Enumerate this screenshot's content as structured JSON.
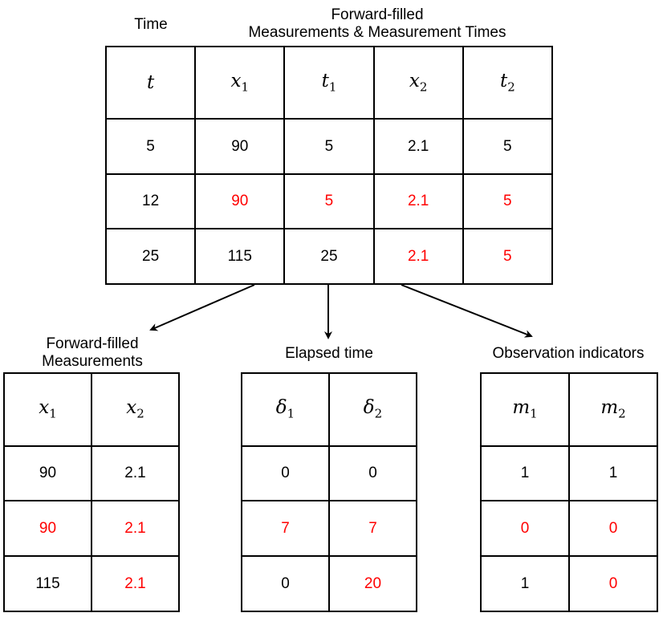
{
  "colors": {
    "normal": "#000000",
    "highlight": "#ff0000"
  },
  "labels": {
    "time": "Time",
    "forward_filled_both": [
      "Forward-filled",
      "Measurements & Measurement Times"
    ],
    "forward_filled_measurements": [
      "Forward-filled",
      "Measurements"
    ],
    "elapsed_time": "Elapsed time",
    "observation_indicators": "Observation indicators"
  },
  "main_table": {
    "headers": [
      {
        "symbol": "t",
        "sub": ""
      },
      {
        "symbol": "x",
        "sub": "1"
      },
      {
        "symbol": "t",
        "sub": "1"
      },
      {
        "symbol": "x",
        "sub": "2"
      },
      {
        "symbol": "t",
        "sub": "2"
      }
    ],
    "rows": [
      [
        {
          "v": "5",
          "red": false
        },
        {
          "v": "90",
          "red": false
        },
        {
          "v": "5",
          "red": false
        },
        {
          "v": "2.1",
          "red": false
        },
        {
          "v": "5",
          "red": false
        }
      ],
      [
        {
          "v": "12",
          "red": false
        },
        {
          "v": "90",
          "red": true
        },
        {
          "v": "5",
          "red": true
        },
        {
          "v": "2.1",
          "red": true
        },
        {
          "v": "5",
          "red": true
        }
      ],
      [
        {
          "v": "25",
          "red": false
        },
        {
          "v": "115",
          "red": false
        },
        {
          "v": "25",
          "red": false
        },
        {
          "v": "2.1",
          "red": true
        },
        {
          "v": "5",
          "red": true
        }
      ]
    ]
  },
  "measurements_table": {
    "headers": [
      {
        "symbol": "x",
        "sub": "1"
      },
      {
        "symbol": "x",
        "sub": "2"
      }
    ],
    "rows": [
      [
        {
          "v": "90",
          "red": false
        },
        {
          "v": "2.1",
          "red": false
        }
      ],
      [
        {
          "v": "90",
          "red": true
        },
        {
          "v": "2.1",
          "red": true
        }
      ],
      [
        {
          "v": "115",
          "red": false
        },
        {
          "v": "2.1",
          "red": true
        }
      ]
    ]
  },
  "elapsed_table": {
    "headers": [
      {
        "symbol": "δ",
        "sub": "1"
      },
      {
        "symbol": "δ",
        "sub": "2"
      }
    ],
    "rows": [
      [
        {
          "v": "0",
          "red": false
        },
        {
          "v": "0",
          "red": false
        }
      ],
      [
        {
          "v": "7",
          "red": true
        },
        {
          "v": "7",
          "red": true
        }
      ],
      [
        {
          "v": "0",
          "red": false
        },
        {
          "v": "20",
          "red": true
        }
      ]
    ]
  },
  "indicators_table": {
    "headers": [
      {
        "symbol": "m",
        "sub": "1"
      },
      {
        "symbol": "m",
        "sub": "2"
      }
    ],
    "rows": [
      [
        {
          "v": "1",
          "red": false
        },
        {
          "v": "1",
          "red": false
        }
      ],
      [
        {
          "v": "0",
          "red": true
        },
        {
          "v": "0",
          "red": true
        }
      ],
      [
        {
          "v": "1",
          "red": false
        },
        {
          "v": "0",
          "red": true
        }
      ]
    ]
  }
}
